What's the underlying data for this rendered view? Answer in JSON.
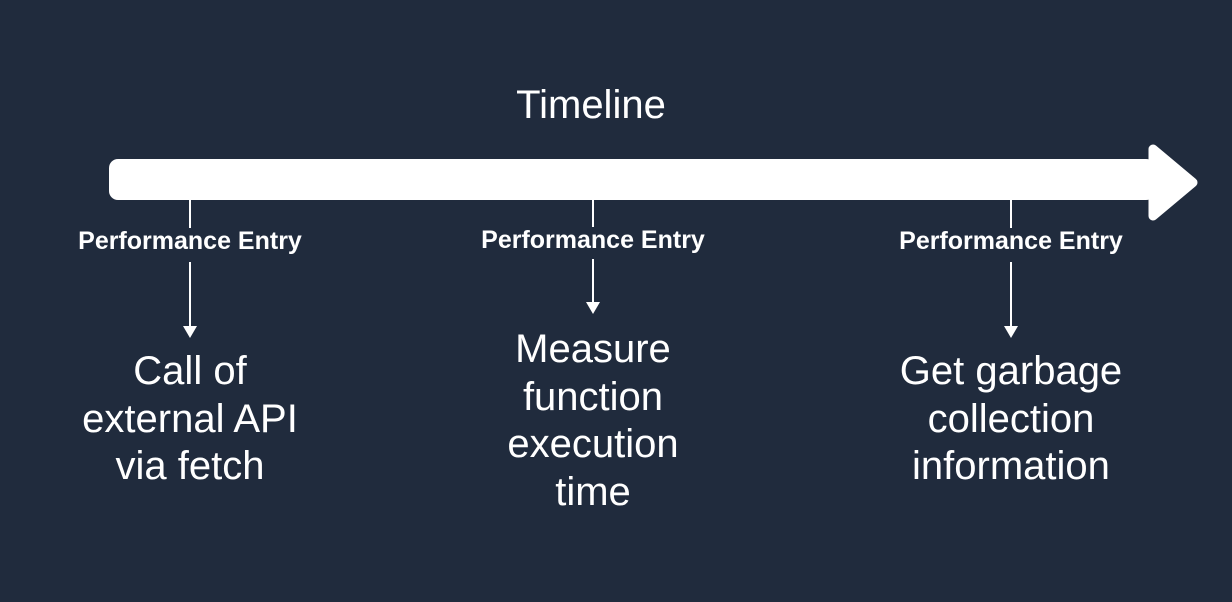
{
  "diagram": {
    "title": "Timeline",
    "colors": {
      "background": "#202b3d",
      "foreground": "#ffffff",
      "arrow_fill": "#ffffff"
    },
    "markers": [
      {
        "label": "Performance Entry",
        "description": "Call of\nexternal API\nvia fetch"
      },
      {
        "label": "Performance Entry",
        "description": "Measure\nfunction\nexecution\ntime"
      },
      {
        "label": "Performance Entry",
        "description": "Get garbage\ncollection\ninformation"
      }
    ]
  }
}
